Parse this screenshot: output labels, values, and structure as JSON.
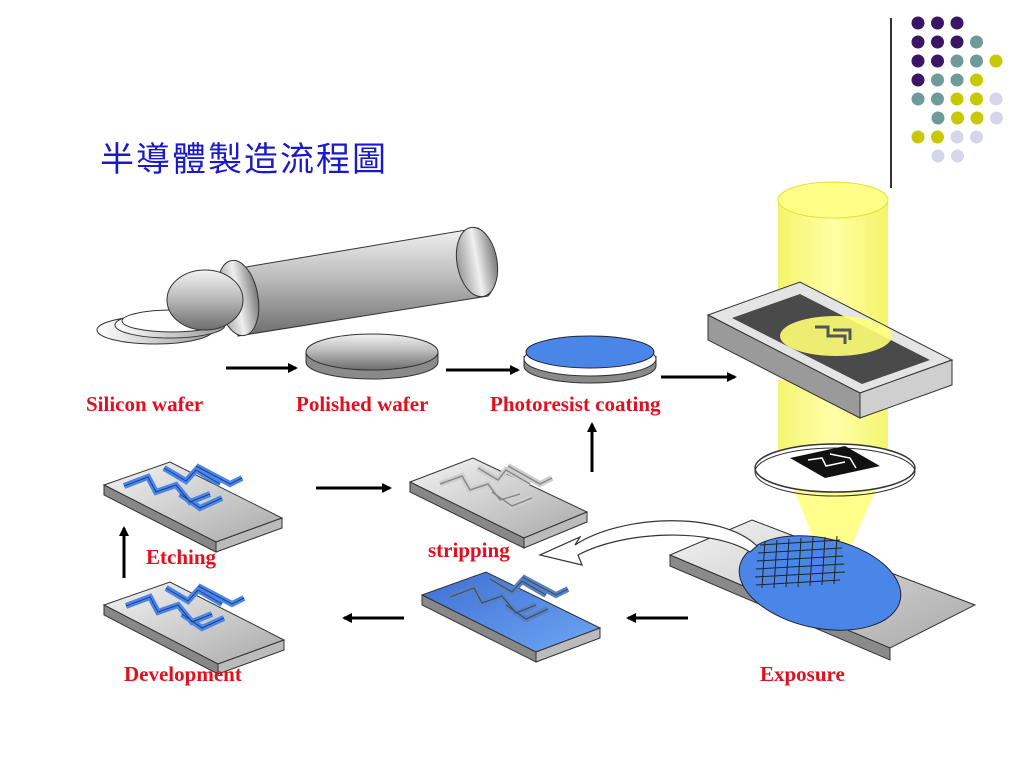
{
  "title": "半導體製造流程圖",
  "colors": {
    "title": "#1a1acc",
    "label": "#e0101e",
    "dot_purple": "#3b1566",
    "dot_teal": "#6f9a9a",
    "dot_yellow": "#c8c800",
    "dot_lavender": "#d6d6ea",
    "photoresist": "#4a86e8",
    "light_beam": "#ffff66"
  },
  "labels": {
    "silicon_wafer": "Silicon wafer",
    "polished_wafer": "Polished wafer",
    "photoresist_coating": "Photoresist coating",
    "exposure": "Exposure",
    "stripping": "stripping",
    "etching": "Etching",
    "development": "Development"
  },
  "decor": {
    "dot_grid": [
      [
        "purple",
        "purple",
        "purple"
      ],
      [
        "purple",
        "purple",
        "purple",
        "teal"
      ],
      [
        "purple",
        "purple",
        "teal",
        "teal",
        "yellow"
      ],
      [
        "purple",
        "teal",
        "teal",
        "yellow"
      ],
      [
        "teal",
        "teal",
        "yellow",
        "yellow",
        "lavender"
      ],
      [
        "teal",
        "yellow",
        "yellow",
        "lavender"
      ],
      [
        "yellow",
        "yellow",
        "lavender",
        "lavender"
      ],
      [
        "lavender",
        "lavender"
      ]
    ]
  }
}
